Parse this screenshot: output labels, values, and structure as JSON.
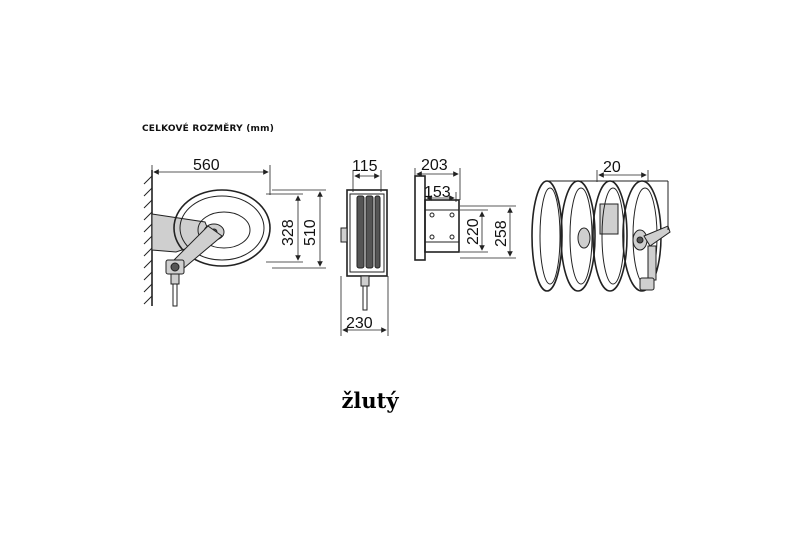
{
  "heading": {
    "text": "CELKOVÉ ROZMĚRY",
    "unit": "(mm)"
  },
  "dimensions": {
    "side_width": "560",
    "side_inner_height": "328",
    "side_outer_height": "510",
    "front_top_width": "115",
    "front_bottom_width": "230",
    "bracket_outer_width": "203",
    "bracket_inner_width": "153",
    "bracket_inner_height": "220",
    "bracket_outer_height": "258",
    "multi_spacing": "20"
  },
  "caption": "žlutý",
  "colors": {
    "line": "#222222",
    "fill": "#cfcfcf",
    "background": "#ffffff"
  }
}
